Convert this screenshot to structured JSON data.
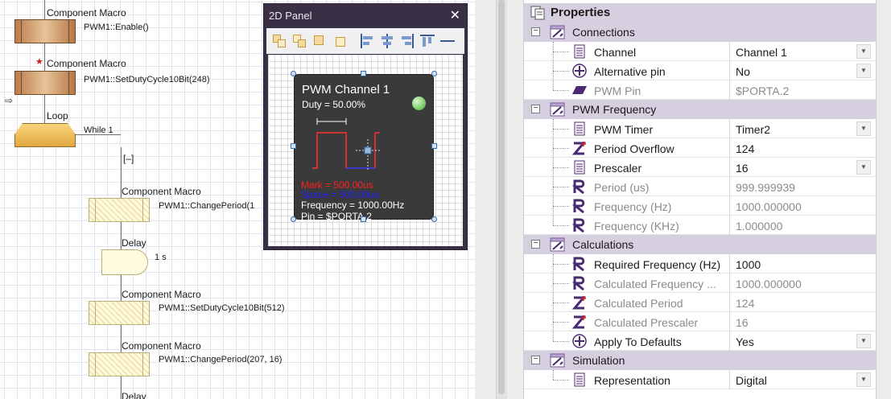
{
  "flowchart": {
    "items": [
      {
        "kind": "Component Macro",
        "call": "PWM1::Enable()"
      },
      {
        "kind": "Component Macro",
        "call": "PWM1::SetDutyCycle10Bit(248)"
      },
      {
        "kind": "Loop",
        "call": "While 1"
      },
      {
        "kind": "Component Macro",
        "call": "PWM1::ChangePeriod(1"
      },
      {
        "kind": "Delay",
        "call": "1 s"
      },
      {
        "kind": "Component Macro",
        "call": "PWM1::SetDutyCycle10Bit(512)"
      },
      {
        "kind": "Component Macro",
        "call": "PWM1::ChangePeriod(207, 16)"
      },
      {
        "kind": "Delay",
        "call": ""
      }
    ],
    "collapse_label": "[–]",
    "colors": {
      "macro": "#c8905c",
      "loop": "#f0c060",
      "faded": "#fffbe0"
    }
  },
  "panel": {
    "title": "2D Panel",
    "close": "✕",
    "component": {
      "title": "PWM Channel 1",
      "duty": "Duty = 50.00%",
      "mark": "Mark = 500.00us",
      "space": "Space = 500.00us",
      "frequency": "Frequency = 1000.00Hz",
      "pin": "Pin = $PORTA.2",
      "duty_fraction": 0.5,
      "colors": {
        "mark": "#ff2020",
        "space": "#2020ff",
        "led": "#7fcf6e"
      }
    }
  },
  "properties": {
    "title": "Properties",
    "sections": [
      {
        "label": "Connections",
        "rows": [
          {
            "name": "Channel",
            "value": "Channel 1",
            "icon": "list-icon",
            "dropdown": true,
            "disabled": false
          },
          {
            "name": "Alternative pin",
            "value": "No",
            "icon": "bool-icon",
            "dropdown": true,
            "disabled": false
          },
          {
            "name": "PWM Pin",
            "value": "$PORTA.2",
            "icon": "pin-icon",
            "dropdown": false,
            "disabled": true
          }
        ]
      },
      {
        "label": "PWM Frequency",
        "rows": [
          {
            "name": "PWM Timer",
            "value": "Timer2",
            "icon": "list-icon",
            "dropdown": true,
            "disabled": false
          },
          {
            "name": "Period Overflow",
            "value": "124",
            "icon": "integer-icon",
            "dropdown": false,
            "disabled": false
          },
          {
            "name": "Prescaler",
            "value": "16",
            "icon": "list-icon",
            "dropdown": true,
            "disabled": false
          },
          {
            "name": "Period (us)",
            "value": "999.999939",
            "icon": "real-icon",
            "dropdown": false,
            "disabled": true
          },
          {
            "name": "Frequency (Hz)",
            "value": "1000.000000",
            "icon": "real-icon",
            "dropdown": false,
            "disabled": true
          },
          {
            "name": "Frequency (KHz)",
            "value": "1.000000",
            "icon": "real-icon",
            "dropdown": false,
            "disabled": true
          }
        ]
      },
      {
        "label": "Calculations",
        "rows": [
          {
            "name": "Required Frequency (Hz)",
            "value": "1000",
            "icon": "real-icon",
            "dropdown": false,
            "disabled": false
          },
          {
            "name": "Calculated Frequency ...",
            "value": "1000.000000",
            "icon": "real-icon",
            "dropdown": false,
            "disabled": true
          },
          {
            "name": "Calculated Period",
            "value": "124",
            "icon": "integer-icon",
            "dropdown": false,
            "disabled": true
          },
          {
            "name": "Calculated Prescaler",
            "value": "16",
            "icon": "integer-icon",
            "dropdown": false,
            "disabled": true
          },
          {
            "name": "Apply To Defaults",
            "value": "Yes",
            "icon": "bool-icon",
            "dropdown": true,
            "disabled": false
          }
        ]
      },
      {
        "label": "Simulation",
        "rows": [
          {
            "name": "Representation",
            "value": "Digital",
            "icon": "list-icon",
            "dropdown": true,
            "disabled": false
          }
        ]
      }
    ],
    "colors": {
      "section": "#d6cfe0",
      "icon_purple": "#4a2a70",
      "icon_red": "#d02020"
    }
  }
}
